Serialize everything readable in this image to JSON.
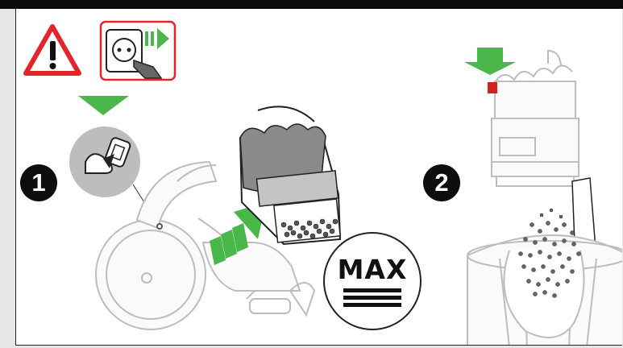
{
  "steps": {
    "step1": "1",
    "step2": "2"
  },
  "max_label": "MAX",
  "colors": {
    "arrow_green": "#49b749",
    "warning_red": "#e3242b",
    "release_red": "#d41f1f",
    "outline_gray": "#bdbdbd"
  },
  "icons": [
    "warning-triangle-icon",
    "unplug-icon",
    "cyclone-release-icon",
    "down-arrow-icon",
    "forward-arrow-icon"
  ]
}
